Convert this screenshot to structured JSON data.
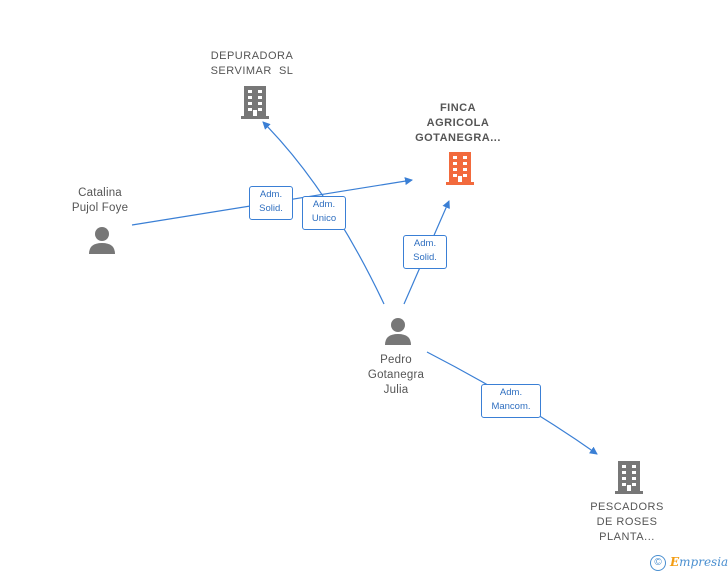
{
  "nodes": {
    "depuradora": {
      "label_line1": "DEPURADORA",
      "label_line2": "SERVIMAR  SL",
      "color": "#777777"
    },
    "finca": {
      "label_line1": "FINCA",
      "label_line2": "AGRICOLA",
      "label_line3": "GOTANEGRA...",
      "color": "#f26a3d"
    },
    "catalina": {
      "label_line1": "Catalina",
      "label_line2": "Pujol Foye",
      "color": "#777777"
    },
    "pedro": {
      "label_line1": "Pedro",
      "label_line2": "Gotanegra",
      "label_line3": "Julia",
      "color": "#777777"
    },
    "pescadors": {
      "label_line1": "PESCADORS",
      "label_line2": "DE ROSES",
      "label_line3": "PLANTA...",
      "color": "#777777"
    }
  },
  "edges": {
    "catalina_finca": {
      "line1": "Adm.",
      "line2": "Solid."
    },
    "pedro_depuradora": {
      "line1": "Adm.",
      "line2": "Unico"
    },
    "pedro_finca": {
      "line1": "Adm.",
      "line2": "Solid."
    },
    "pedro_pescadors": {
      "line1": "Adm.",
      "line2": "Mancom."
    }
  },
  "colors": {
    "edge": "#3a7fd5",
    "accent": "#f26a3d"
  },
  "footer": {
    "copyright_symbol": "©",
    "brand_first": "E",
    "brand_rest": "mpresia"
  }
}
